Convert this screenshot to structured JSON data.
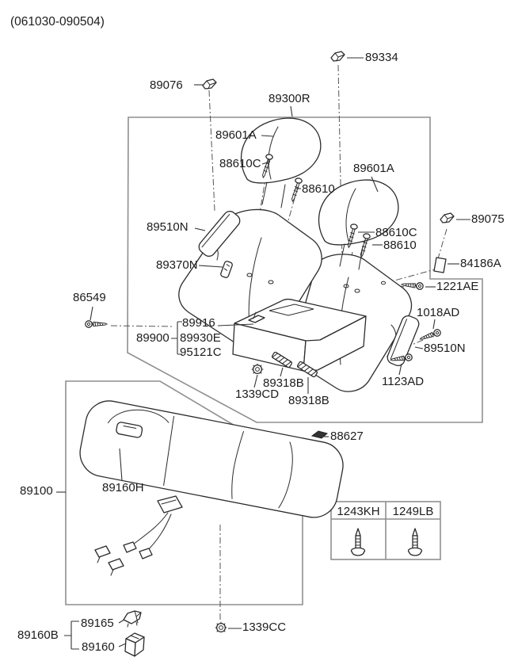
{
  "meta": {
    "code_range": "(061030-090504)"
  },
  "diagram": {
    "labels": {
      "clip_top_left": "89076",
      "clip_top_right": "89334",
      "seat_back_assy": "89300R",
      "headrest_left": "89601A",
      "headrest_right": "89601A",
      "guide_left_c": "88610C",
      "guide_left": "88610",
      "guide_right_c": "88610C",
      "guide_right": "88610",
      "pad_left": "89510N",
      "bracket_side": "89370N",
      "clip_right": "89075",
      "pad_sheet": "84186A",
      "bolt_1221": "1221AE",
      "screw_1018": "1018AD",
      "pad_right": "89510N",
      "screw_1123": "1123AD",
      "screw_86549": "86549",
      "armrest_assy": "89900",
      "latch": "89916",
      "armrest": "89930E",
      "cupholder": "95121C",
      "nut_1339cd": "1339CD",
      "strip_a": "89318B",
      "strip_b": "89318B",
      "clip_88627": "88627",
      "cushion_assy": "89100",
      "buckle_hole": "89160H",
      "buckle_group": "89160B",
      "clip_89165": "89165",
      "buckle_89160": "89160",
      "nut_1339cc": "1339CC"
    },
    "table": {
      "columns": [
        "1243KH",
        "1249LB"
      ]
    },
    "colors": {
      "line": "#2b2b2b",
      "box_border": "#8f8f8f",
      "text": "#1c1c1c",
      "background": "#ffffff"
    }
  }
}
